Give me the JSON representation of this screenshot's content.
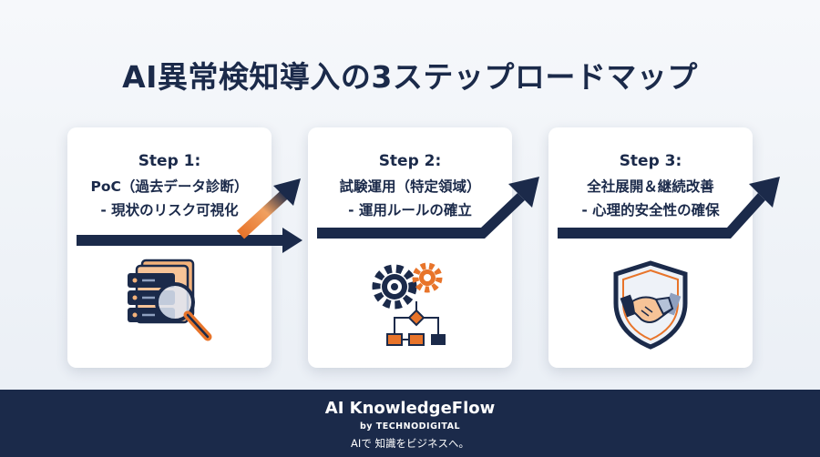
{
  "title": "AI異常検知導入の3ステップロードマップ",
  "steps": [
    {
      "label": "Step 1:",
      "line1": "PoC（過去データ診断）",
      "line2": "- 現状のリスク可視化"
    },
    {
      "label": "Step 2:",
      "line1": "試験運用（特定領域）",
      "line2": "- 運用ルールの確立"
    },
    {
      "label": "Step 3:",
      "line1": "全社展開＆継続改善",
      "line2": "- 心理的安全性の確保"
    }
  ],
  "footer": {
    "brand": "AI KnowledgeFlow",
    "by": "by TECHNODIGITAL",
    "tagline": "AIで 知識をビジネスへ。"
  },
  "colors": {
    "navy": "#1b2a4a",
    "orange": "#e8742a",
    "footer_bg": "#1b2a4a"
  },
  "icons": [
    "database-magnifier-icon",
    "gears-flowchart-icon",
    "handshake-shield-icon"
  ]
}
